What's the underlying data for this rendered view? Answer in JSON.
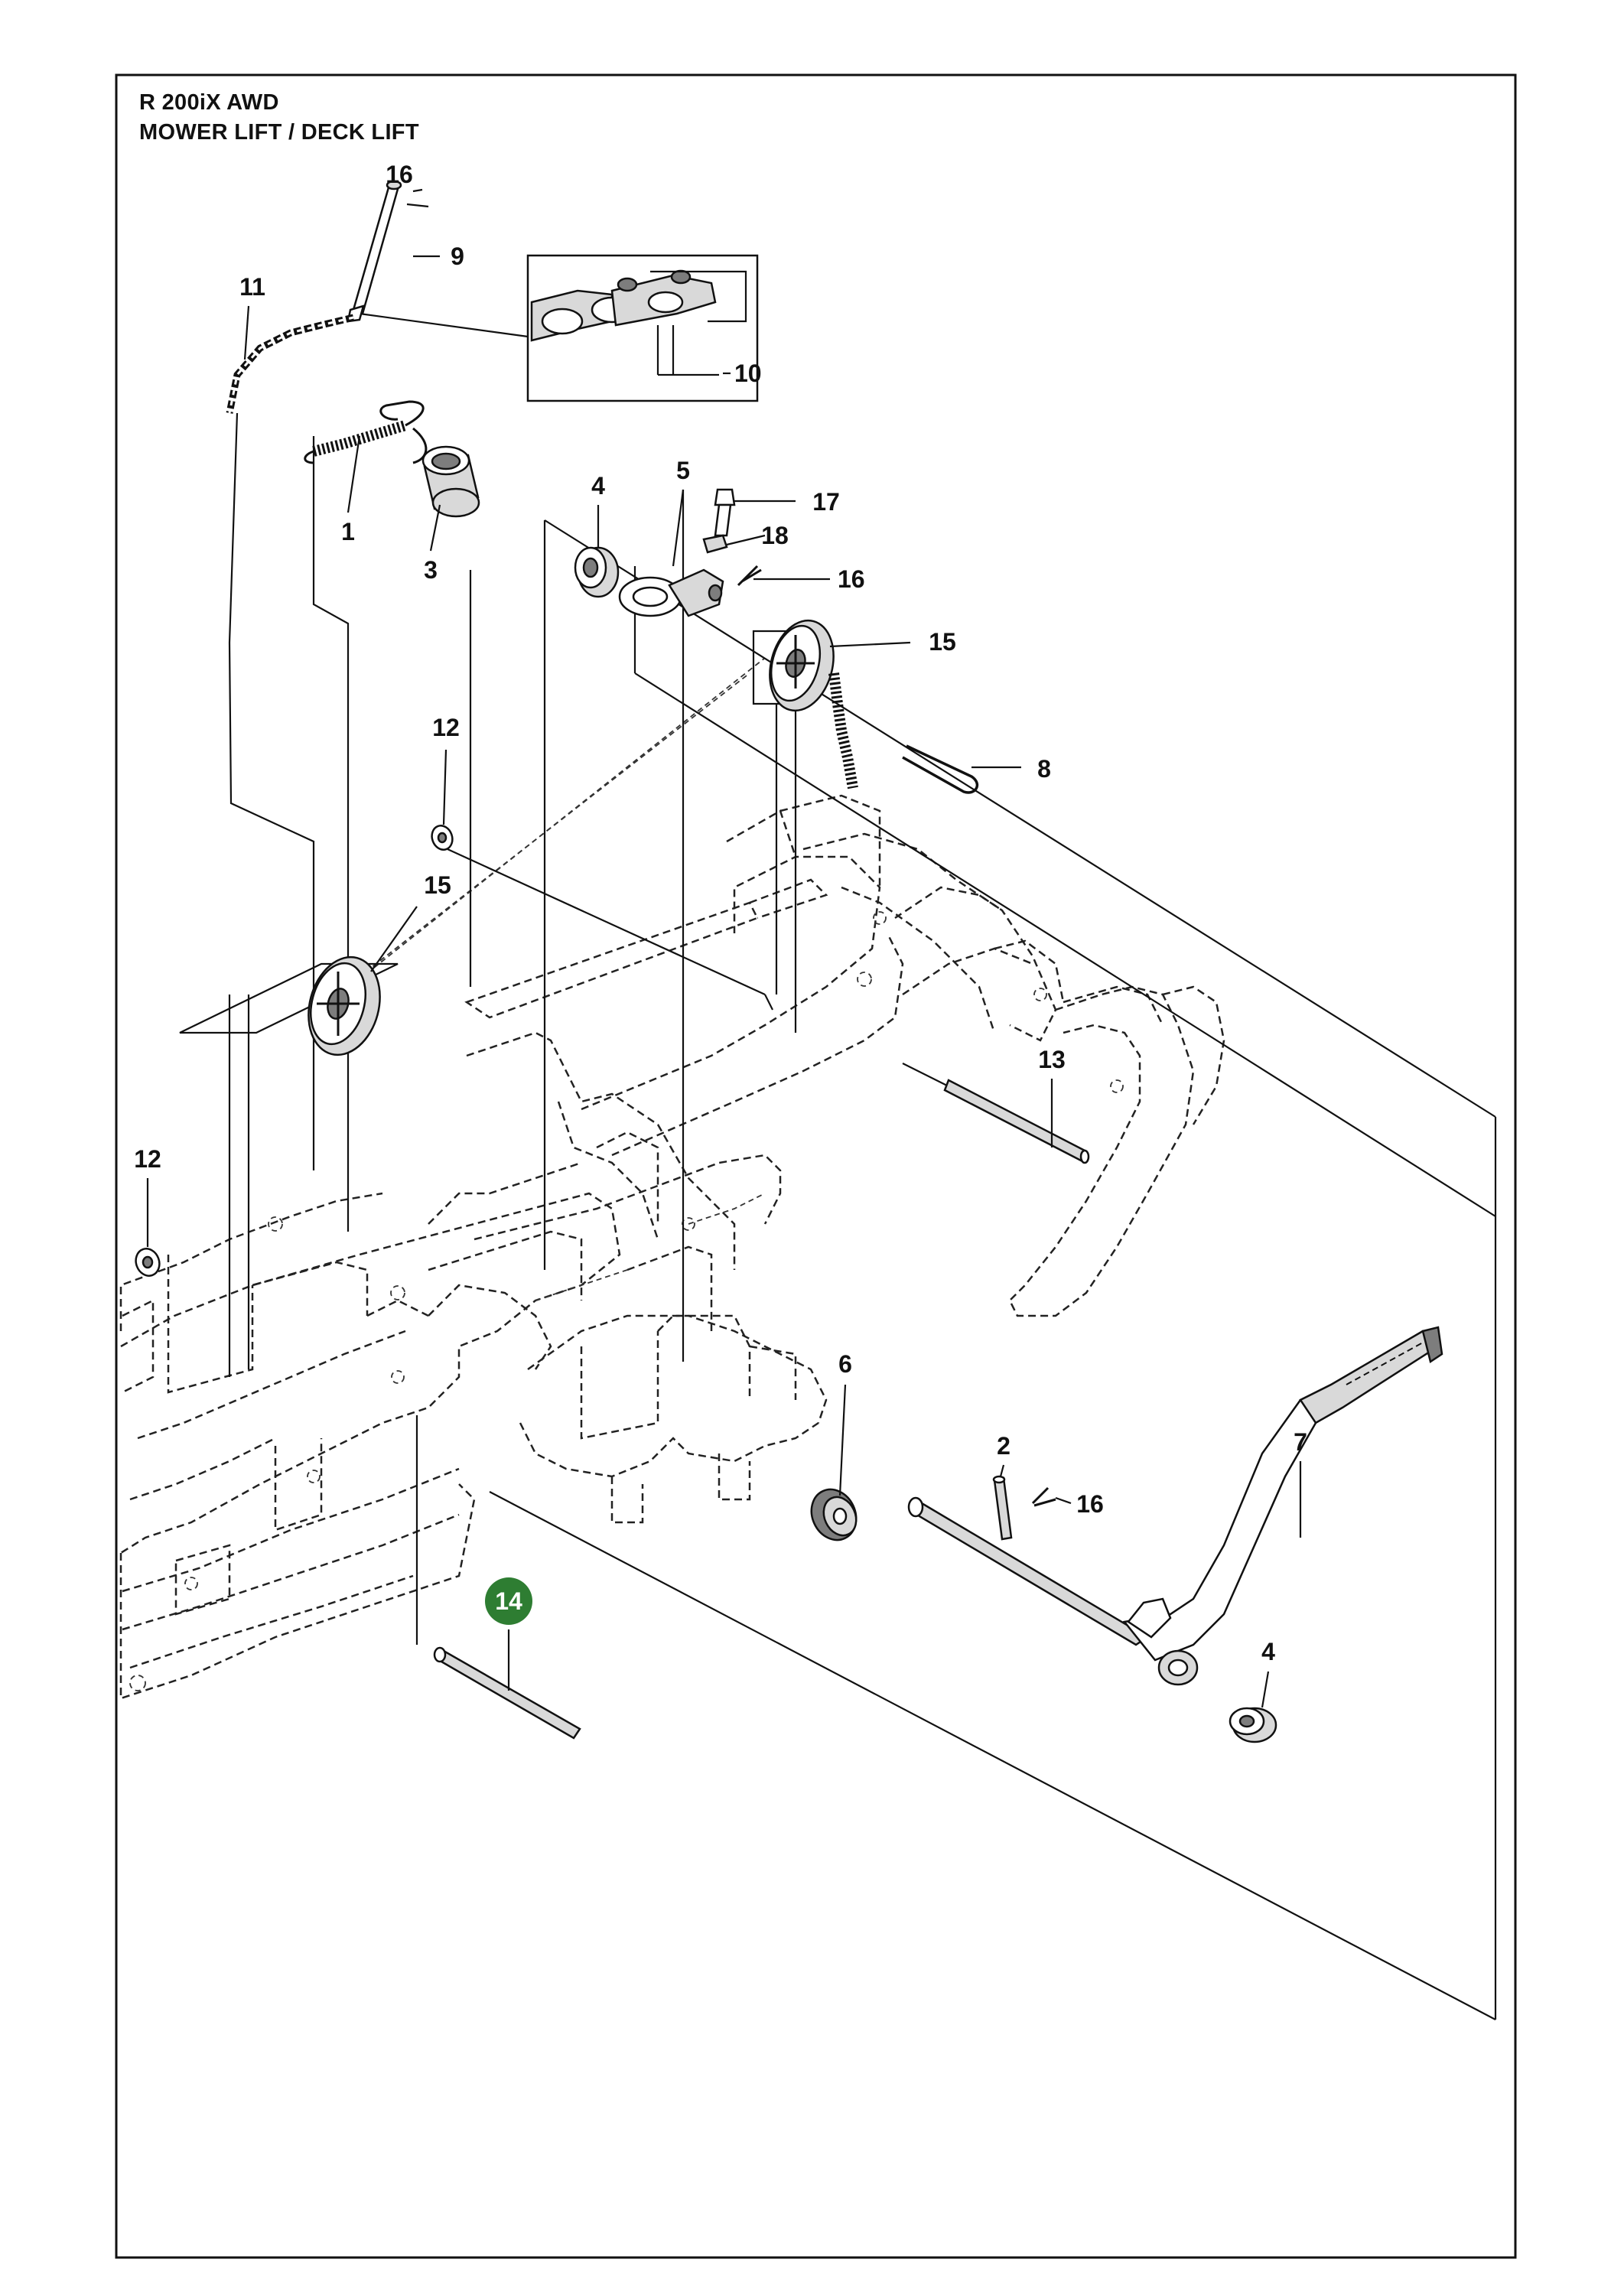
{
  "header": {
    "model": "R 200iX AWD",
    "section": "MOWER LIFT / DECK LIFT"
  },
  "highlight_color": "#2e7d32",
  "callouts": [
    {
      "id": "16a",
      "text": "16"
    },
    {
      "id": "9",
      "text": "9"
    },
    {
      "id": "11",
      "text": "11"
    },
    {
      "id": "10",
      "text": "10"
    },
    {
      "id": "1",
      "text": "1"
    },
    {
      "id": "3",
      "text": "3"
    },
    {
      "id": "4a",
      "text": "4"
    },
    {
      "id": "5",
      "text": "5"
    },
    {
      "id": "17",
      "text": "17"
    },
    {
      "id": "18",
      "text": "18"
    },
    {
      "id": "16b",
      "text": "16"
    },
    {
      "id": "15a",
      "text": "15"
    },
    {
      "id": "12a",
      "text": "12"
    },
    {
      "id": "8",
      "text": "8"
    },
    {
      "id": "15b",
      "text": "15"
    },
    {
      "id": "13",
      "text": "13"
    },
    {
      "id": "12b",
      "text": "12"
    },
    {
      "id": "6",
      "text": "6"
    },
    {
      "id": "7",
      "text": "7"
    },
    {
      "id": "2",
      "text": "2"
    },
    {
      "id": "16c",
      "text": "16"
    },
    {
      "id": "14",
      "text": "14",
      "highlighted": true
    },
    {
      "id": "4b",
      "text": "4"
    }
  ]
}
